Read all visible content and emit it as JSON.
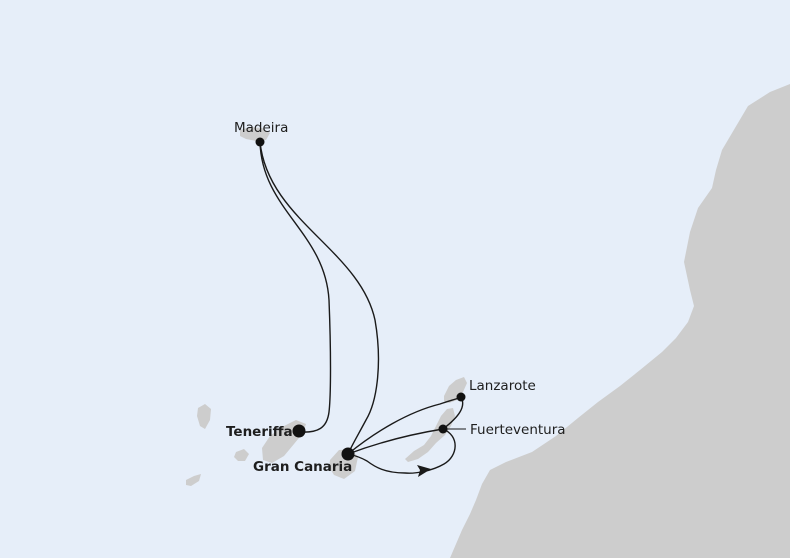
{
  "map": {
    "colors": {
      "sea": "#e6eef9",
      "land": "#cdcdcd",
      "route": "#1a1a1a",
      "label": "#1e1e1e"
    },
    "ports": {
      "madeira": {
        "name": "Madeira",
        "is_main": false
      },
      "teneriffa": {
        "name": "Teneriffa",
        "is_main": true
      },
      "gran_canaria": {
        "name": "Gran Canaria",
        "is_main": true
      },
      "lanzarote": {
        "name": "Lanzarote",
        "is_main": false
      },
      "fuerteventura": {
        "name": "Fuerteventura",
        "is_main": false
      }
    }
  }
}
